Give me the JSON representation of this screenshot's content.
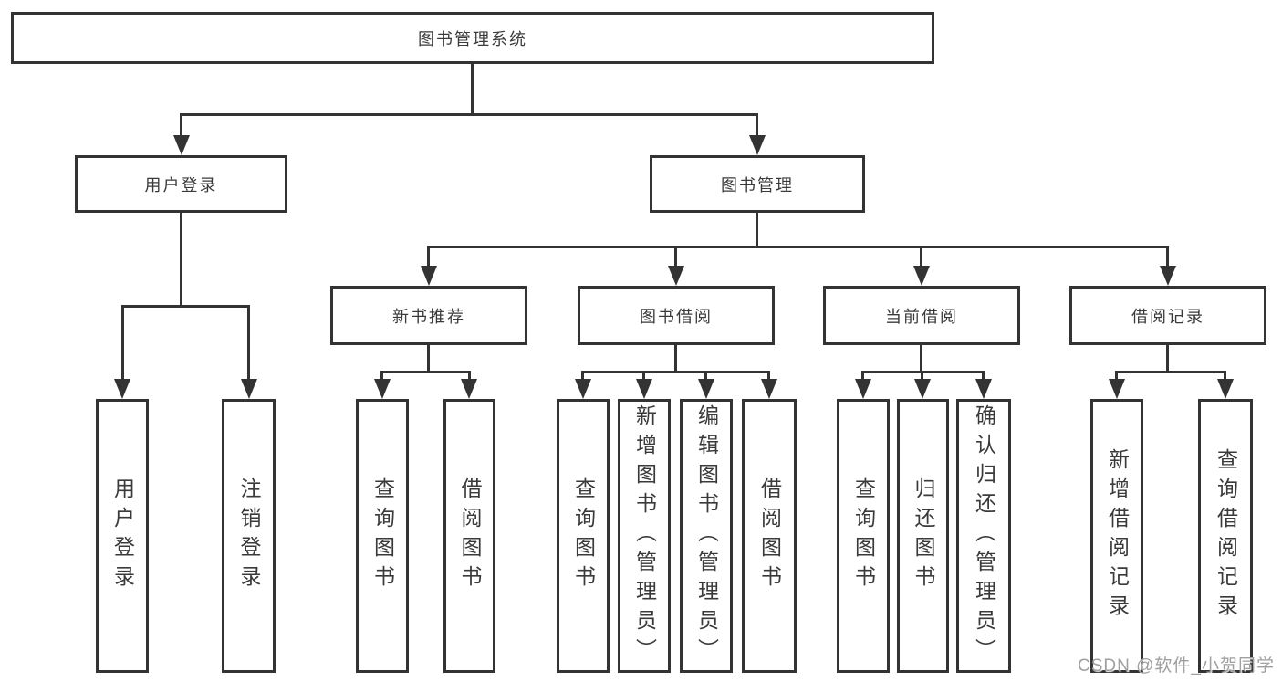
{
  "tree": {
    "root": {
      "label": "图书管理系统"
    },
    "level2": [
      {
        "label": "用户登录",
        "children": [
          {
            "label": "用户登录"
          },
          {
            "label": "注销登录"
          }
        ]
      },
      {
        "label": "图书管理",
        "children": [
          {
            "label": "新书推荐",
            "children": [
              {
                "label": "查询图书"
              },
              {
                "label": "借阅图书"
              }
            ]
          },
          {
            "label": "图书借阅",
            "children": [
              {
                "label": "查询图书"
              },
              {
                "label": "新增图书（管理员）"
              },
              {
                "label": "编辑图书（管理员）"
              },
              {
                "label": "借阅图书"
              }
            ]
          },
          {
            "label": "当前借阅",
            "children": [
              {
                "label": "查询图书"
              },
              {
                "label": "归还图书"
              },
              {
                "label": "确认归还（管理员）"
              }
            ]
          },
          {
            "label": "借阅记录",
            "children": [
              {
                "label": "新增借阅记录"
              },
              {
                "label": "查询借阅记录"
              }
            ]
          }
        ]
      }
    ]
  },
  "watermark": {
    "text": "CSDN @软件_小贺同学"
  },
  "colors": {
    "line": "#333333",
    "box_fill": "#ffffff",
    "text": "#3a3a3a",
    "watermark": "#a0a0a0",
    "page_bg": "#ffffff"
  }
}
